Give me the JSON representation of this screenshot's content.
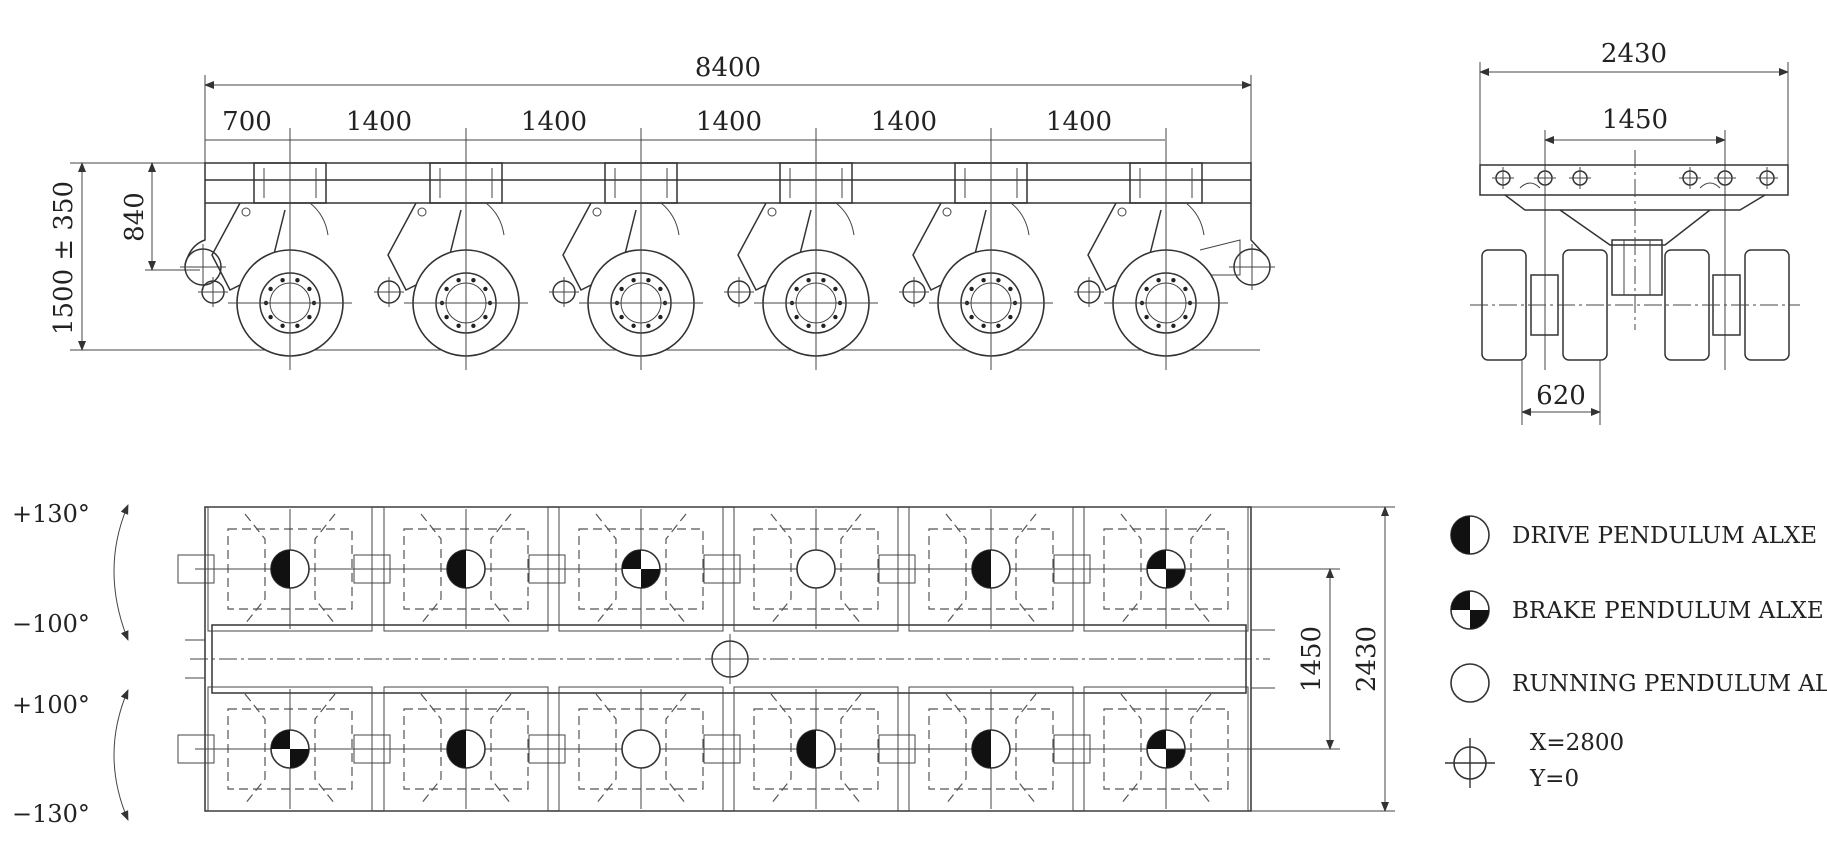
{
  "side_view": {
    "overall_length": "8400",
    "spacings": [
      "700",
      "1400",
      "1400",
      "1400",
      "1400",
      "1400"
    ],
    "height_range": "1500 ± 350",
    "deck_height": "840"
  },
  "end_view": {
    "width": "2430",
    "track": "1450",
    "wheel_spacing": "620"
  },
  "plan_view": {
    "steer_angles": [
      "+130°",
      "−100°",
      "+100°",
      "−130°"
    ],
    "track": "1450",
    "width": "2430",
    "top_row_axles": [
      "drive",
      "drive",
      "brake",
      "running",
      "drive",
      "brake"
    ],
    "bottom_row_axles": [
      "brake",
      "drive",
      "running",
      "drive",
      "drive",
      "brake"
    ]
  },
  "legend": {
    "drive": "DRIVE PENDULUM ALXE",
    "brake": "BRAKE PENDULUM ALXE",
    "running": "RUNNING PENDULUM ALXE",
    "center_x": "X=2800",
    "center_y": "Y=0"
  }
}
